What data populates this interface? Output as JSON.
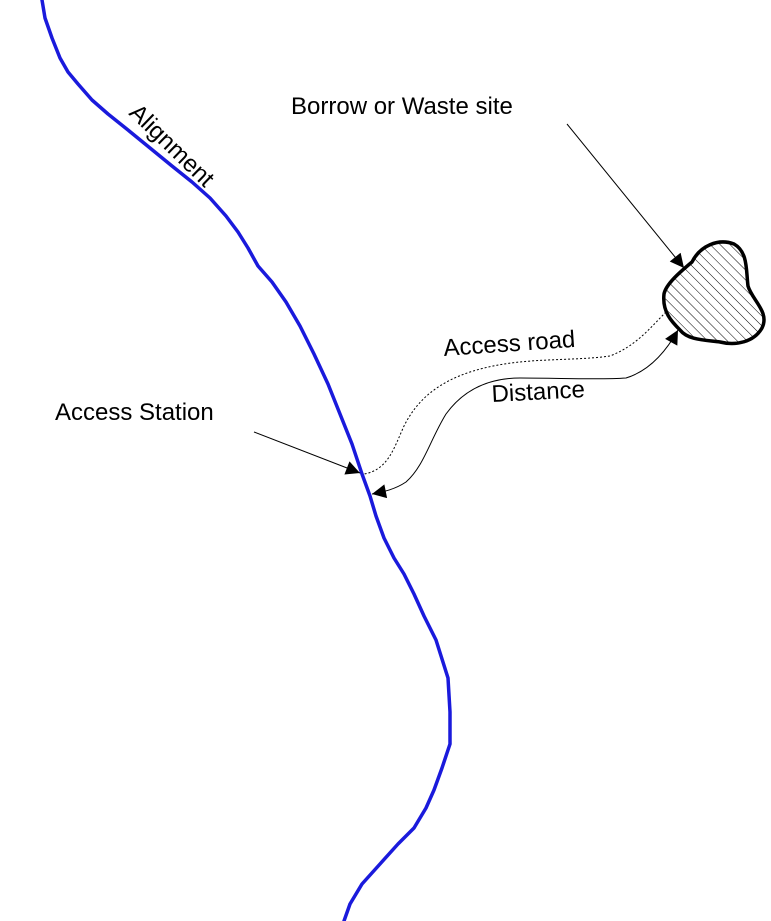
{
  "labels": {
    "alignment": "Alignment",
    "borrow_site": "Borrow or Waste site",
    "access_road": "Access road",
    "access_station": "Access Station",
    "distance": "Distance"
  },
  "colors": {
    "alignment": "#1a1adc",
    "ink": "#000000",
    "site_fill": "#ffffff"
  }
}
